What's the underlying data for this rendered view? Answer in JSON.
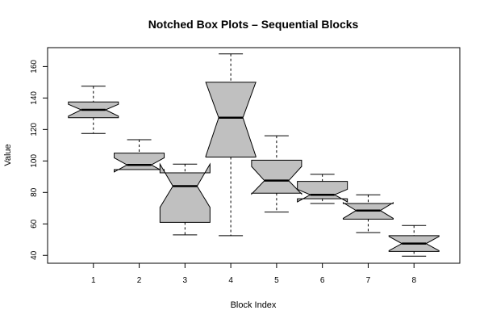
{
  "chart_data": {
    "type": "box",
    "notched": true,
    "title": "Notched Box Plots – Sequential Blocks",
    "xlabel": "Block Index",
    "ylabel": "Value",
    "xlim": [
      0,
      9
    ],
    "ylim": [
      35,
      172
    ],
    "x_ticks": [
      1,
      2,
      3,
      4,
      5,
      6,
      7,
      8
    ],
    "y_ticks": [
      40,
      60,
      80,
      100,
      120,
      140,
      160
    ],
    "grid": false,
    "box_fill": "#c0c0c0",
    "line_color": "#000000",
    "boxes": [
      {
        "x": 1,
        "min": 117.5,
        "q1": 127.5,
        "median": 132.5,
        "q3": 137.5,
        "max": 147.5,
        "notch_low": 128.5,
        "notch_high": 136.0
      },
      {
        "x": 2,
        "min": 94.5,
        "q1": 94.5,
        "median": 97.5,
        "q3": 105.0,
        "max": 113.5,
        "notch_low": 93.0,
        "notch_high": 102.0
      },
      {
        "x": 3,
        "min": 53.0,
        "q1": 61.0,
        "median": 84.0,
        "q3": 92.5,
        "max": 98.0,
        "notch_low": 70.5,
        "notch_high": 98.0
      },
      {
        "x": 4,
        "min": 52.5,
        "q1": 102.5,
        "median": 127.5,
        "q3": 150.0,
        "max": 168.0,
        "notch_low": 103.0,
        "notch_high": 150.0
      },
      {
        "x": 5,
        "min": 67.5,
        "q1": 79.5,
        "median": 87.5,
        "q3": 100.5,
        "max": 116.0,
        "notch_low": 79.0,
        "notch_high": 96.5
      },
      {
        "x": 6,
        "min": 73.0,
        "q1": 76.0,
        "median": 78.5,
        "q3": 87.0,
        "max": 91.5,
        "notch_low": 74.0,
        "notch_high": 82.0
      },
      {
        "x": 7,
        "min": 54.5,
        "q1": 63.0,
        "median": 68.5,
        "q3": 73.0,
        "max": 78.5,
        "notch_low": 63.5,
        "notch_high": 73.5
      },
      {
        "x": 8,
        "min": 39.5,
        "q1": 42.5,
        "median": 47.5,
        "q3": 52.5,
        "max": 59.0,
        "notch_low": 43.0,
        "notch_high": 52.0
      }
    ]
  }
}
